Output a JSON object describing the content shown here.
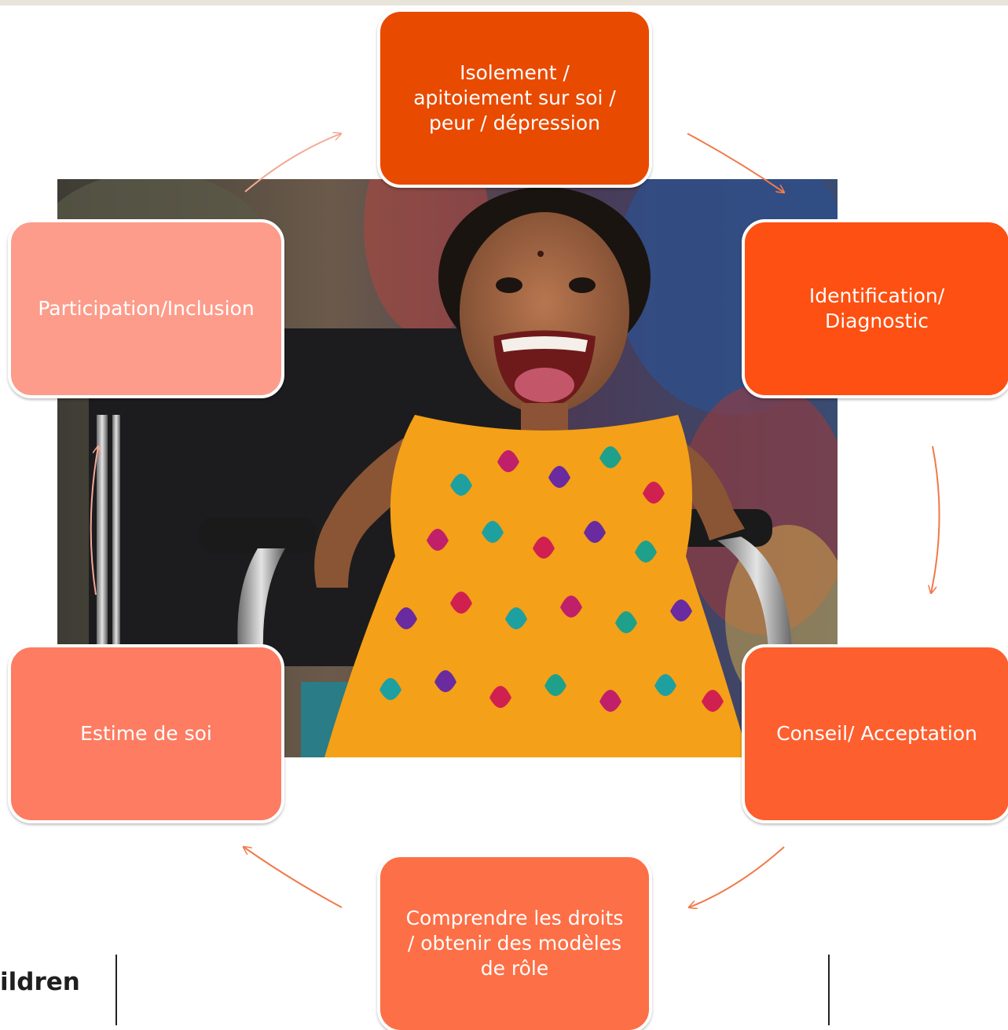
{
  "colors": {
    "top_strip": "#e9e4d9",
    "arrow": "#f07a4a",
    "arrow_light": "#f4a896"
  },
  "diagram": {
    "nodes": [
      {
        "id": "isolement",
        "label": "Isolement /\napitoiement sur soi /\npeur / dépression",
        "color": "#e84a00"
      },
      {
        "id": "identification",
        "label": "Identification/\nDiagnostic",
        "color": "#fd5012"
      },
      {
        "id": "conseil",
        "label": "Conseil/ Acceptation",
        "color": "#fd5f2e"
      },
      {
        "id": "comprendre",
        "label": "Comprendre les droits\n/ obtenir des modèles\nde rôle",
        "color": "#fd6f46"
      },
      {
        "id": "estime",
        "label": "Estime de soi",
        "color": "#fd7c62"
      },
      {
        "id": "participation",
        "label": "Participation/Inclusion",
        "color": "#fd9c8b"
      }
    ],
    "edges": [
      {
        "from": "isolement",
        "to": "identification"
      },
      {
        "from": "identification",
        "to": "conseil"
      },
      {
        "from": "conseil",
        "to": "comprendre"
      },
      {
        "from": "comprendre",
        "to": "estime"
      },
      {
        "from": "estime",
        "to": "participation"
      },
      {
        "from": "participation",
        "to": "isolement"
      }
    ]
  },
  "photo": {
    "subject": "smiling girl in wheelchair"
  },
  "footer": {
    "logo_text": "ildren"
  }
}
